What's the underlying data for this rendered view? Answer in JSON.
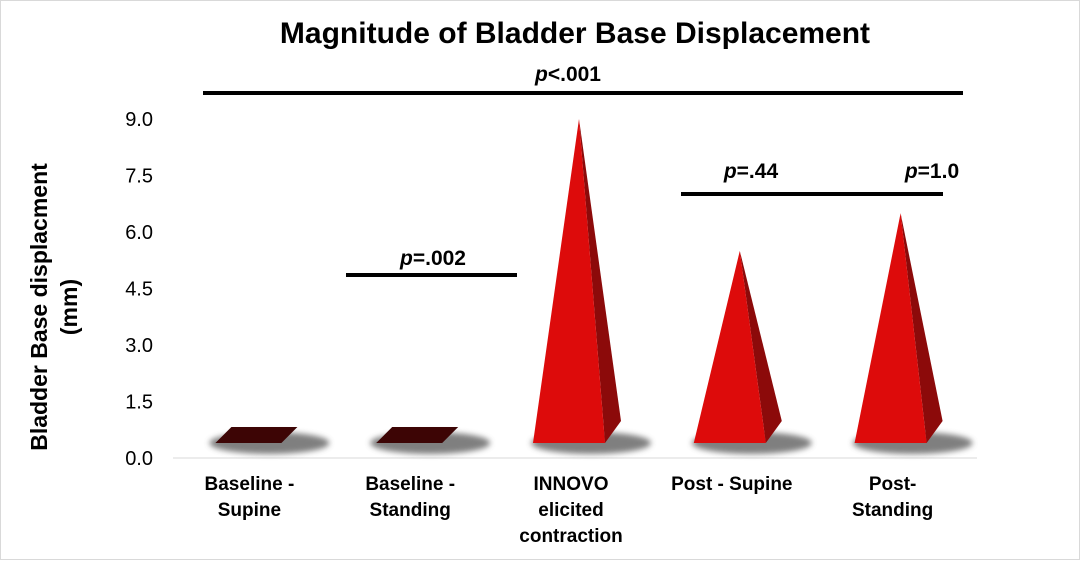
{
  "chart_data": {
    "type": "bar",
    "shape": "3d-pyramid",
    "title": "Magnitude of Bladder Base Displacement",
    "ylabel_lines": [
      "Bladder Base displacment",
      "(mm)"
    ],
    "xlabel": "",
    "categories": [
      [
        "Baseline -",
        "Supine"
      ],
      [
        "Baseline -",
        "Standing"
      ],
      [
        "INNOVO",
        "elicited",
        "contraction"
      ],
      [
        "Post - Supine"
      ],
      [
        "Post-",
        "Standing"
      ]
    ],
    "values": [
      0.02,
      0.02,
      9.0,
      5.5,
      6.5
    ],
    "ylim": [
      0,
      9
    ],
    "yticks": [
      "0.0",
      "1.5",
      "3.0",
      "4.5",
      "6.0",
      "7.5",
      "9.0"
    ],
    "grid": false,
    "legend": "none",
    "colors": {
      "bar_front": "#dd0b0b",
      "bar_side": "#8c0a0a",
      "bar_flat": "#3d0505",
      "shadow": "#555555",
      "text": "#000000",
      "bracket": "#000000"
    },
    "annotations": [
      {
        "italic": "p",
        "rest": "<.001"
      },
      {
        "italic": "p",
        "rest": "=.002"
      },
      {
        "italic": "p",
        "rest": "=.44"
      },
      {
        "italic": "p",
        "rest": "=1.0"
      }
    ]
  }
}
